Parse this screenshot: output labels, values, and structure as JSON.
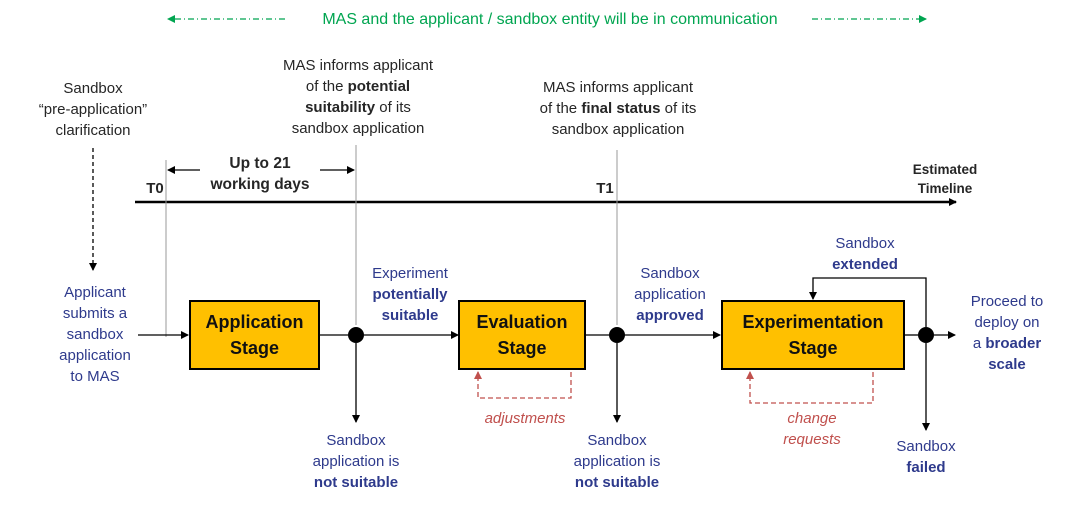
{
  "top_note": "MAS and the applicant / sandbox entity will be in communication",
  "pre_app": {
    "line1": "Sandbox",
    "line2": "“pre-application”",
    "line3": "clarification"
  },
  "informs_potential": {
    "line1": "MAS informs applicant",
    "line2_pre": "of the ",
    "line2_bold": "potential",
    "line3_bold": "suitability",
    "line3_post": " of its",
    "line4": "sandbox application"
  },
  "informs_final": {
    "line1": "MAS informs applicant",
    "line2_pre": "of the ",
    "line2_bold": "final status",
    "line2_post": " of its",
    "line3": "sandbox application"
  },
  "duration": {
    "line1": "Up to 21",
    "line2": "working days"
  },
  "t0": "T0",
  "t1": "T1",
  "estimated": {
    "line1": "Estimated",
    "line2": "Timeline"
  },
  "applicant_submits": {
    "line1": "Applicant",
    "line2": "submits a",
    "line3": "sandbox",
    "line4": "application",
    "line5": "to MAS"
  },
  "stages": {
    "application": {
      "line1": "Application",
      "line2": "Stage"
    },
    "evaluation": {
      "line1": "Evaluation",
      "line2": "Stage"
    },
    "experimentation": {
      "line1": "Experimentation",
      "line2": "Stage"
    }
  },
  "exp_potential": {
    "line1": "Experiment",
    "line2_bold": "potentially",
    "line3_bold": "suitable"
  },
  "sandbox_approved": {
    "line1": "Sandbox",
    "line2": "application",
    "line3_bold": "approved"
  },
  "sandbox_extended": {
    "line1": "Sandbox",
    "line2_bold": "extended"
  },
  "proceed": {
    "line1": "Proceed to",
    "line2": "deploy on",
    "line3_pre": "a ",
    "line3_bold": "broader",
    "line4_bold": "scale"
  },
  "not_suitable_1": {
    "line1": "Sandbox",
    "line2": "application is",
    "line3_bold": "not suitable"
  },
  "not_suitable_2": {
    "line1": "Sandbox",
    "line2": "application is",
    "line3_bold": "not suitable"
  },
  "sandbox_failed": {
    "line1": "Sandbox",
    "line2_bold": "failed"
  },
  "adjustments": "adjustments",
  "change_requests": {
    "line1": "change",
    "line2": "requests"
  },
  "colors": {
    "stage_fill": "#FFC000",
    "blue_text": "#2E3A8C",
    "red_dashed": "#C0504D",
    "green_text": "#00A550"
  }
}
